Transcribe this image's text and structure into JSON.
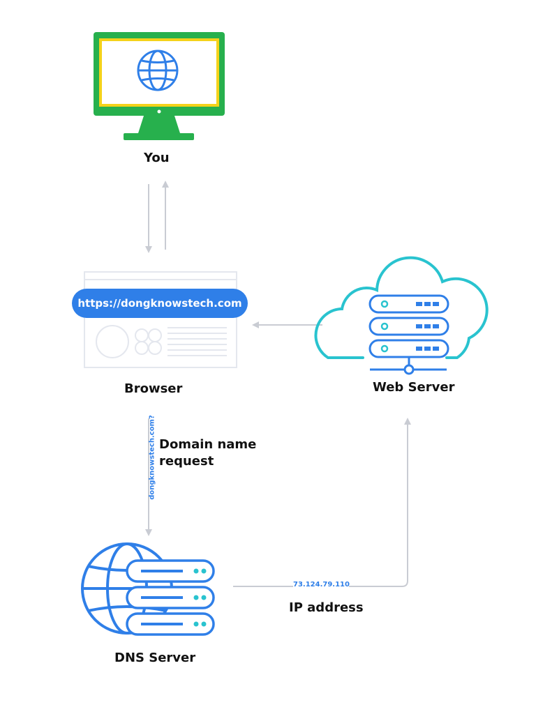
{
  "nodes": {
    "you": {
      "label": "You"
    },
    "browser": {
      "label": "Browser",
      "url": "https://dongknowstech.com"
    },
    "web_server": {
      "label": "Web Server"
    },
    "dns_server": {
      "label": "DNS Server"
    }
  },
  "edges": {
    "domain_request": {
      "label": "Domain name\nrequest",
      "query": "dongknowstech.com?"
    },
    "ip_response": {
      "label": "IP address",
      "value": "73.124.79.110"
    }
  },
  "colors": {
    "primary_blue": "#2f7fe8",
    "teal": "#29c3cf",
    "monitor_green": "#27b04d",
    "monitor_yellow": "#f4d21a",
    "arrow_gray": "#c9ccd3",
    "light_outline": "#e4e7ee",
    "label_dark": "#111111"
  }
}
